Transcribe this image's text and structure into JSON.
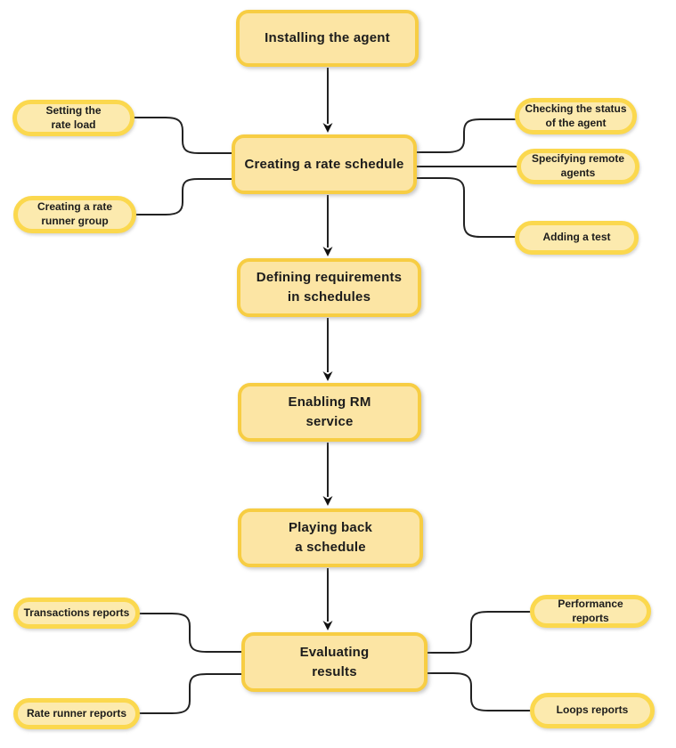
{
  "colors": {
    "background": "#ffffff",
    "node_fill": "#fce5a4",
    "node_border": "#f7cd43",
    "pill_fill": "#fceaae",
    "pill_border": "#fbd84e",
    "connector": "#222222",
    "text": "#1c1c1c"
  },
  "flow": {
    "type": "flowchart",
    "nodes": [
      {
        "label": "Installing the agent"
      },
      {
        "label": "Creating a rate schedule"
      },
      {
        "label": "Defining requirements\nin schedules"
      },
      {
        "label": "Enabling RM\nservice"
      },
      {
        "label": "Playing back\na schedule"
      },
      {
        "label": "Evaluating\nresults"
      }
    ],
    "satellites": [
      {
        "label": "Setting the\nrate load",
        "attached_to": "Creating a rate schedule",
        "side": "left"
      },
      {
        "label": "Creating a rate\nrunner group",
        "attached_to": "Creating a rate schedule",
        "side": "left"
      },
      {
        "label": "Checking the status\nof the agent",
        "attached_to": "Creating a rate schedule",
        "side": "right"
      },
      {
        "label": "Specifying remote\nagents",
        "attached_to": "Creating a rate schedule",
        "side": "right"
      },
      {
        "label": "Adding a test",
        "attached_to": "Creating a rate schedule",
        "side": "right"
      },
      {
        "label": "Transactions reports",
        "attached_to": "Evaluating results",
        "side": "left"
      },
      {
        "label": "Rate runner reports",
        "attached_to": "Evaluating results",
        "side": "left"
      },
      {
        "label": "Performance reports",
        "attached_to": "Evaluating results",
        "side": "right"
      },
      {
        "label": "Loops reports",
        "attached_to": "Evaluating results",
        "side": "right"
      }
    ]
  }
}
